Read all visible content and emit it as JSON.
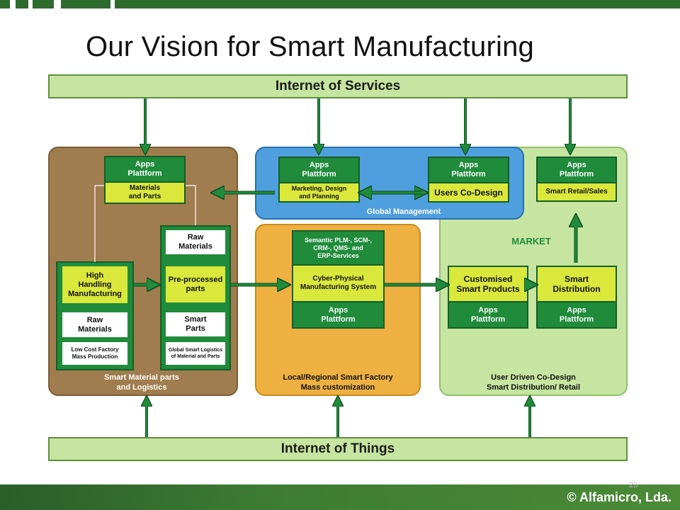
{
  "slide": {
    "title": "Our Vision for Smart Manufacturing",
    "page_number": "23",
    "copyright": "© Alfamicro, Lda."
  },
  "bands": {
    "top": "Internet of Services",
    "bottom": "Internet of Things"
  },
  "smart_material": {
    "apps_line1": "Apps",
    "apps_line2": "Plattform",
    "materials_line1": "Materials",
    "materials_line2": "and Parts",
    "high_line1": "High",
    "high_line2": "Handling",
    "high_line3": "Manufacturing",
    "raw_left_line1": "Raw",
    "raw_left_line2": "Materials",
    "lowcost_line1": "Low Cost Factory",
    "lowcost_line2": "Mass Production",
    "raw_right_line1": "Raw",
    "raw_right_line2": "Materials",
    "preproc_line1": "Pre-processed",
    "preproc_line2": "parts",
    "smartparts_line1": "Smart",
    "smartparts_line2": "Parts",
    "logistics_line1": "Global Smart Logistics",
    "logistics_line2": "of Material and Parts",
    "label_line1": "Smart Material parts",
    "label_line2": "and Logistics"
  },
  "global_mgmt": {
    "apps1_line1": "Apps",
    "apps1_line2": "Plattform",
    "marketing_line1": "Marketing, Design",
    "marketing_line2": "and Planning",
    "apps2_line1": "Apps",
    "apps2_line2": "Plattform",
    "users_codesign": "Users Co-Design",
    "label": "Global Management"
  },
  "market": {
    "apps_line1": "Apps",
    "apps_line2": "Plattform",
    "smart_retail": "Smart Retail/Sales",
    "market_label": "MARKET",
    "custom_line1": "Customised",
    "custom_line2": "Smart Products",
    "custom_apps_line1": "Apps",
    "custom_apps_line2": "Plattform",
    "dist_line1": "Smart",
    "dist_line2": "Distribution",
    "dist_apps_line1": "Apps",
    "dist_apps_line2": "Plattform",
    "label_line1": "User Driven Co-Design",
    "label_line2": "Smart Distribution/ Retail"
  },
  "factory": {
    "semantic_line1": "Semantic PLM-, SCM-,",
    "semantic_line2": "CRM-, QMS- and",
    "semantic_line3": "ERP-Services",
    "cps_line1": "Cyber-Physical",
    "cps_line2": "Manufacturing System",
    "apps_line1": "Apps",
    "apps_line2": "Plattform",
    "label_line1": "Local/Regional Smart Factory",
    "label_line2": "Mass customization"
  },
  "colors": {
    "band_fill": "#c6e5a0",
    "dark_green": "#1f8b3b",
    "yellow_green": "#d9e83a",
    "brown": "#a07d4e",
    "blue": "#4f9fdf",
    "orange": "#eeb040",
    "light_green": "#c6e5a0",
    "arrow": "#1f8b3b"
  }
}
